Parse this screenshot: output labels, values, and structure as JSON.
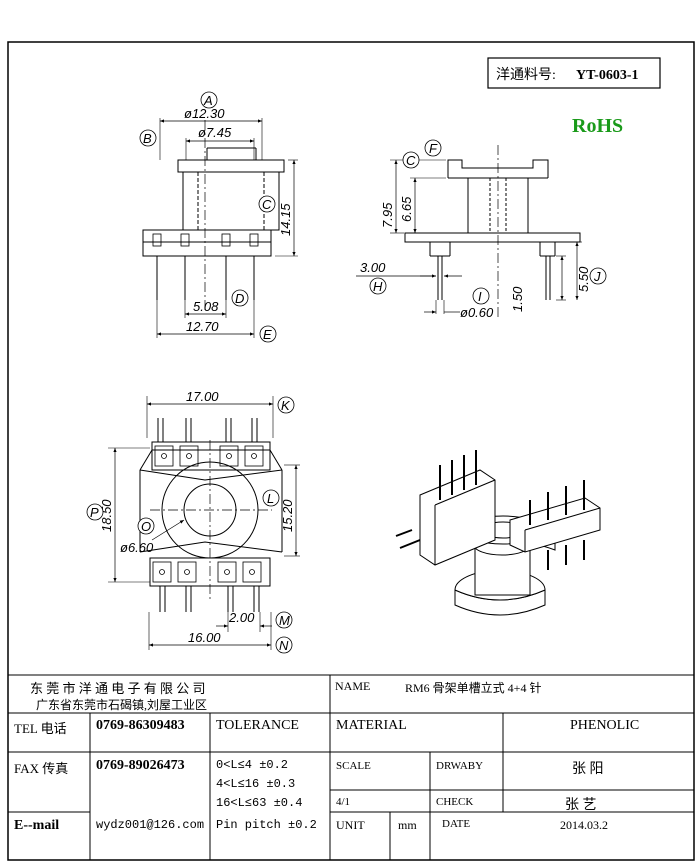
{
  "part_number": {
    "label": "洋通料号:",
    "value": "YT-0603-1"
  },
  "rohs": {
    "text": "RoHS",
    "color": "#1a9a1a"
  },
  "side_view": {
    "dims": {
      "outer_dia": "ø12.30",
      "inner_dia": "ø7.45",
      "height": "14.15",
      "pin_pitch": "5.08",
      "pin_span": "12.70"
    },
    "balloons": {
      "a": "A",
      "b": "B",
      "c": "C",
      "d": "D",
      "e": "E"
    }
  },
  "end_view": {
    "dims": {
      "h1": "7.95",
      "h2": "6.65",
      "pin_offset": "3.00",
      "pin_dia": "ø0.60",
      "pin_len": "1.50",
      "pin_len2": "5.50"
    },
    "balloons": {
      "c": "C",
      "f": "F",
      "h": "H",
      "i": "I",
      "j": "J"
    }
  },
  "top_view": {
    "dims": {
      "width_top": "17.00",
      "height_left": "18.50",
      "height_right": "15.20",
      "hole_dia": "ø6.60",
      "pitch": "2.00",
      "width_bottom": "16.00"
    },
    "balloons": {
      "k": "K",
      "l": "L",
      "o": "O",
      "p": "P",
      "m": "M",
      "n": "N"
    }
  },
  "title_block": {
    "company": "东 莞 市 洋 通 电 子 有 限 公 司",
    "address": "广东省东莞市石碣镇,刘屋工业区",
    "name_label": "NAME",
    "name_value": "RM6 骨架单槽立式 4+4 针",
    "tel_label": "TEL 电话",
    "tel_value": "0769-86309483",
    "fax_label": "FAX 传真",
    "fax_value": "0769-89026473",
    "email_label": "E--mail",
    "email_value": "wydz001@126.com",
    "tolerance_label": "TOLERANCE",
    "tol_lines": [
      "0<L≤4   ±0.2",
      "4<L≤16  ±0.3",
      "16<L≤63  ±0.4",
      "Pin pitch ±0.2"
    ],
    "material_label": "MATERIAL",
    "material_value": "PHENOLIC",
    "scale_label": "SCALE",
    "scale_value": "4/1",
    "drawby_label": "DRWABY",
    "drawby_value": "张 阳",
    "check_label": "CHECK",
    "check_value": "张 艺",
    "unit_label": "UNIT",
    "unit_value": "mm",
    "date_label": "DATE",
    "date_value": "2014.03.2"
  }
}
